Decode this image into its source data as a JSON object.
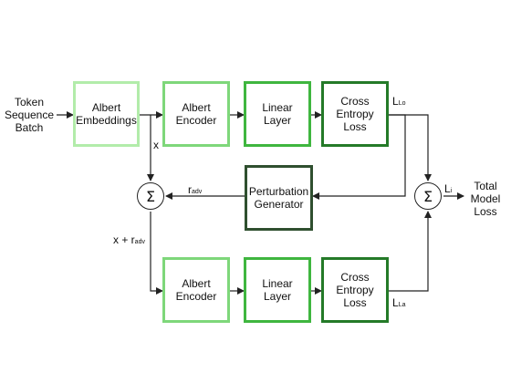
{
  "inputs": {
    "token_line1": "Token",
    "token_line2": "Sequence",
    "token_line3": "Batch"
  },
  "blocks": {
    "albert_embeddings": [
      "Albert",
      "Embeddings"
    ],
    "albert_encoder_top": [
      "Albert",
      "Encoder"
    ],
    "linear_layer_top": [
      "Linear",
      "Layer"
    ],
    "cross_entropy_top": [
      "Cross",
      "Entropy",
      "Loss"
    ],
    "perturbation_generator": [
      "Perturbation",
      "Generator"
    ],
    "albert_encoder_bottom": [
      "Albert",
      "Encoder"
    ],
    "linear_layer_bottom": [
      "Linear",
      "Layer"
    ],
    "cross_entropy_bottom": [
      "Cross",
      "Entropy",
      "Loss"
    ]
  },
  "symbols": {
    "sum": "Σ"
  },
  "labels": {
    "x": "x",
    "r": "r",
    "r_sub": "adv",
    "xr_main": "x + r",
    "xr_sub": "adv",
    "l_lo": "L",
    "l_lo_sub": "Lo",
    "l_la": "L",
    "l_la_sub": "La",
    "l_i": "L",
    "l_i_sub": "i"
  },
  "output": {
    "line1": "Total",
    "line2": "Model",
    "line3": "Loss"
  },
  "colors": {
    "c1": "#b2ecaa",
    "c2": "#7ed77a",
    "c3": "#3fb63f",
    "c4": "#247a28",
    "c5": "#2f4f2f"
  }
}
